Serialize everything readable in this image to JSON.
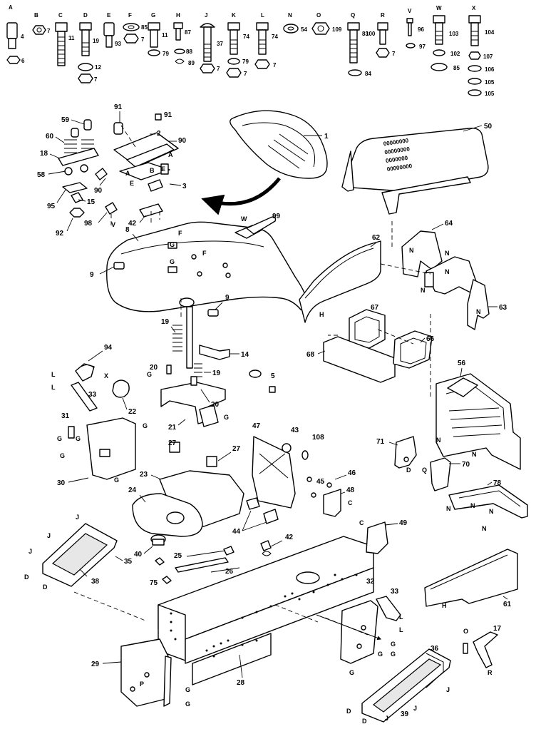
{
  "hardware": [
    {
      "key": "A",
      "nums": [
        "4",
        "6"
      ]
    },
    {
      "key": "B",
      "nums": [
        "7"
      ]
    },
    {
      "key": "C",
      "nums": [
        "11"
      ]
    },
    {
      "key": "D",
      "nums": [
        "19",
        "12",
        "7"
      ]
    },
    {
      "key": "E",
      "nums": [
        "93"
      ]
    },
    {
      "key": "F",
      "nums": [
        "85",
        "7"
      ]
    },
    {
      "key": "G",
      "nums": [
        "11",
        "79"
      ]
    },
    {
      "key": "H",
      "nums": [
        "87",
        "88",
        "89"
      ]
    },
    {
      "key": "J",
      "nums": [
        "37",
        "7"
      ]
    },
    {
      "key": "K",
      "nums": [
        "74",
        "79",
        "7"
      ]
    },
    {
      "key": "L",
      "nums": [
        "74",
        "7"
      ]
    },
    {
      "key": "N",
      "nums": [
        "54"
      ]
    },
    {
      "key": "O",
      "nums": [
        "109"
      ]
    },
    {
      "key": "Q",
      "nums": [
        "83",
        "84"
      ]
    },
    {
      "key": "R",
      "nums": [
        "100",
        "7"
      ]
    },
    {
      "key": "V",
      "nums": [
        "96",
        "97"
      ]
    },
    {
      "key": "W",
      "nums": [
        "103",
        "102",
        "85"
      ]
    },
    {
      "key": "X",
      "nums": [
        "104",
        "107",
        "106",
        "105",
        "105"
      ]
    }
  ],
  "parts": {
    "p1": "1",
    "p50": "50",
    "p91a": "91",
    "p91b": "91",
    "p59": "59",
    "p2": "2",
    "p90a": "90",
    "p60": "60",
    "p18": "18",
    "p58": "58",
    "p90b": "90",
    "p3": "3",
    "p95": "95",
    "p15": "15",
    "p98": "98",
    "p42a": "42",
    "p92": "92",
    "p8": "8",
    "p99": "99",
    "p62": "62",
    "p64": "64",
    "p9a": "9",
    "p9b": "9",
    "p63": "63",
    "p19a": "19",
    "p14": "14",
    "p67": "67",
    "p68": "68",
    "p66": "66",
    "p94": "94",
    "p20a": "20",
    "p19b": "19",
    "p5": "5",
    "p33a": "33",
    "p22": "22",
    "p20b": "20",
    "p21": "21",
    "p31": "31",
    "p56": "56",
    "p27a": "27",
    "p27b": "27",
    "p43": "43",
    "p108": "108",
    "p30": "30",
    "p23": "23",
    "p47": "47",
    "p71": "71",
    "p70": "70",
    "p24": "24",
    "p45": "45",
    "p46": "46",
    "p48": "48",
    "p44": "44",
    "p42b": "42",
    "p49": "49",
    "p78": "78",
    "p40": "40",
    "p35": "35",
    "p25": "25",
    "p38": "38",
    "p26": "26",
    "p75": "75",
    "p32": "32",
    "p33b": "33",
    "p61": "61",
    "p29": "29",
    "p28": "28",
    "p36": "36",
    "p17": "17",
    "p39": "39"
  },
  "ref_letters": {
    "A": "A",
    "B": "B",
    "C": "C",
    "D": "D",
    "E": "E",
    "F": "F",
    "G": "G",
    "H": "H",
    "J": "J",
    "K": "K",
    "L": "L",
    "N": "N",
    "O": "O",
    "P": "P",
    "Q": "Q",
    "R": "R",
    "V": "V",
    "W": "W",
    "X": "X"
  },
  "decal": {
    "lines": [
      "00000000",
      "00000000",
      "0000000",
      "00000000"
    ]
  }
}
